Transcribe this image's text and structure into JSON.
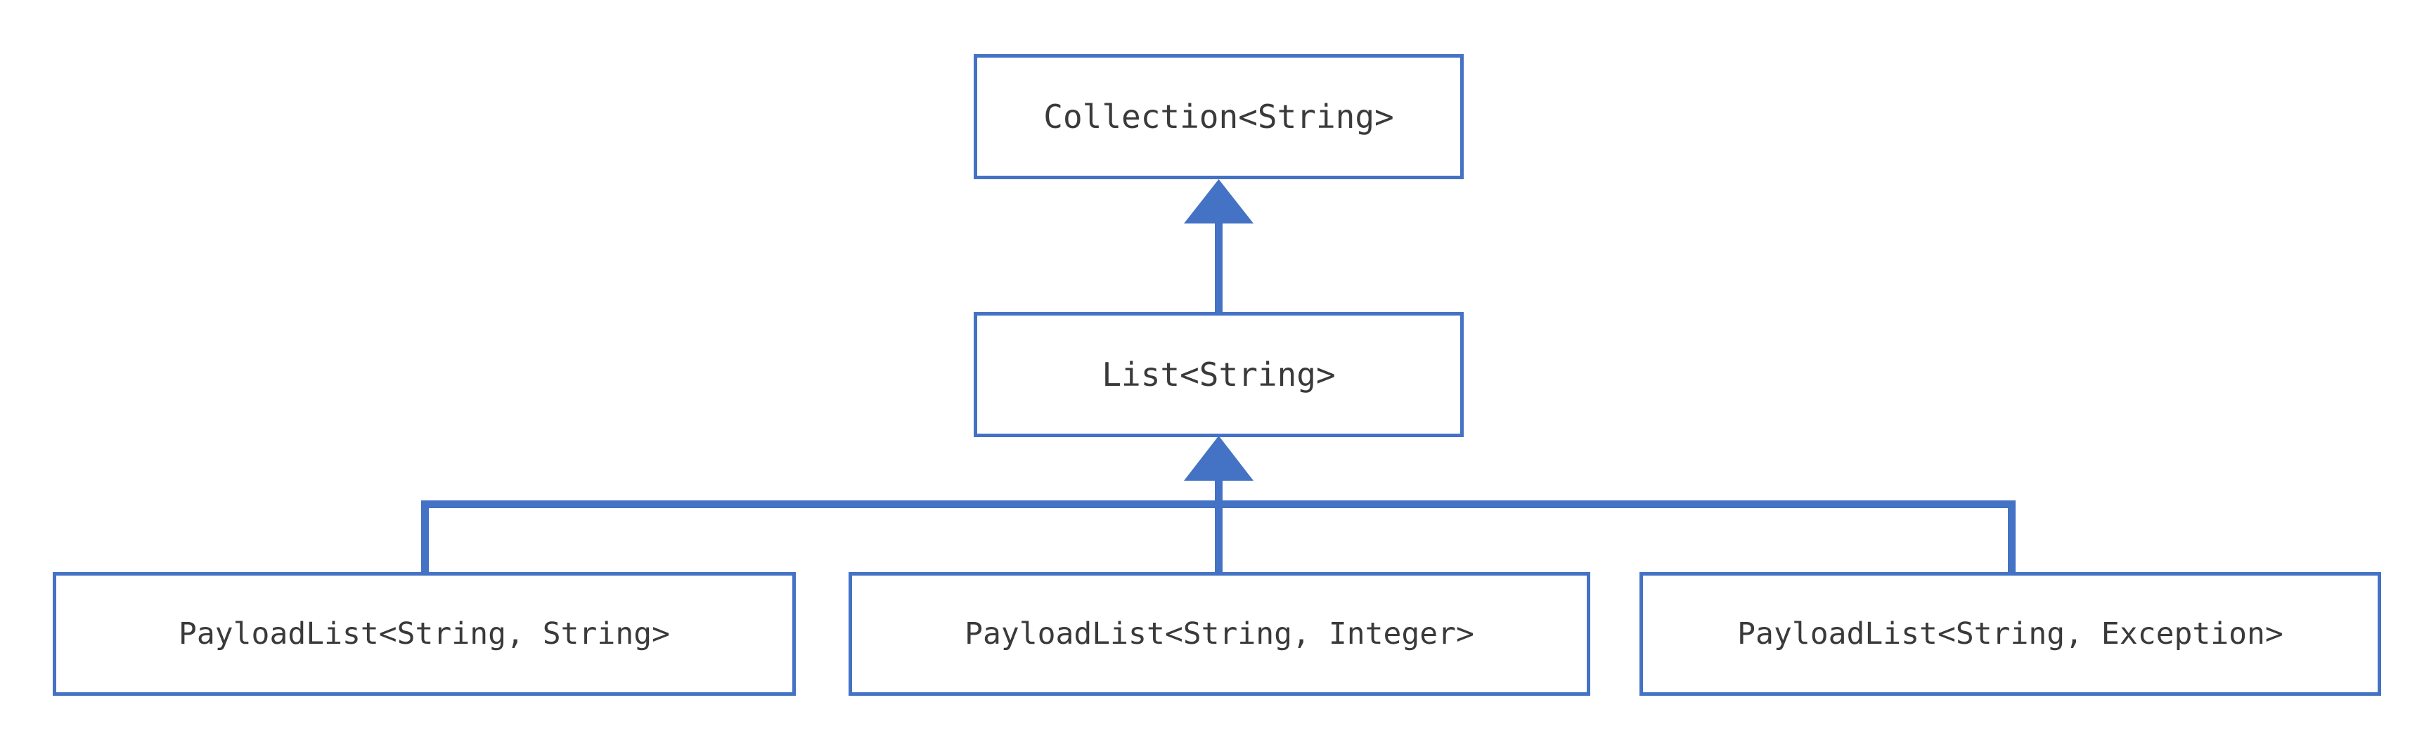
{
  "diagram": {
    "kind": "uml-class-hierarchy",
    "colors": {
      "edge": "#4472C4",
      "box_border": "#4472C4",
      "box_fill": "#ffffff",
      "text": "#3A3A3A",
      "background": "#ffffff"
    },
    "nodes": [
      {
        "id": "collection",
        "label": "Collection<String>",
        "level": 0
      },
      {
        "id": "list",
        "label": "List<String>",
        "level": 1
      },
      {
        "id": "payload_string",
        "label": "PayloadList<String, String>",
        "level": 2
      },
      {
        "id": "payload_integer",
        "label": "PayloadList<String, Integer>",
        "level": 2
      },
      {
        "id": "payload_exception",
        "label": "PayloadList<String, Exception>",
        "level": 2
      }
    ],
    "edges": [
      {
        "from": "list",
        "to": "collection",
        "type": "generalization",
        "arrow": "solid-triangle-up"
      },
      {
        "from": "payload_string",
        "to": "list",
        "type": "generalization",
        "arrow": "solid-triangle-up"
      },
      {
        "from": "payload_integer",
        "to": "list",
        "type": "generalization",
        "arrow": "solid-triangle-up"
      },
      {
        "from": "payload_exception",
        "to": "list",
        "type": "generalization",
        "arrow": "solid-triangle-up"
      }
    ]
  }
}
